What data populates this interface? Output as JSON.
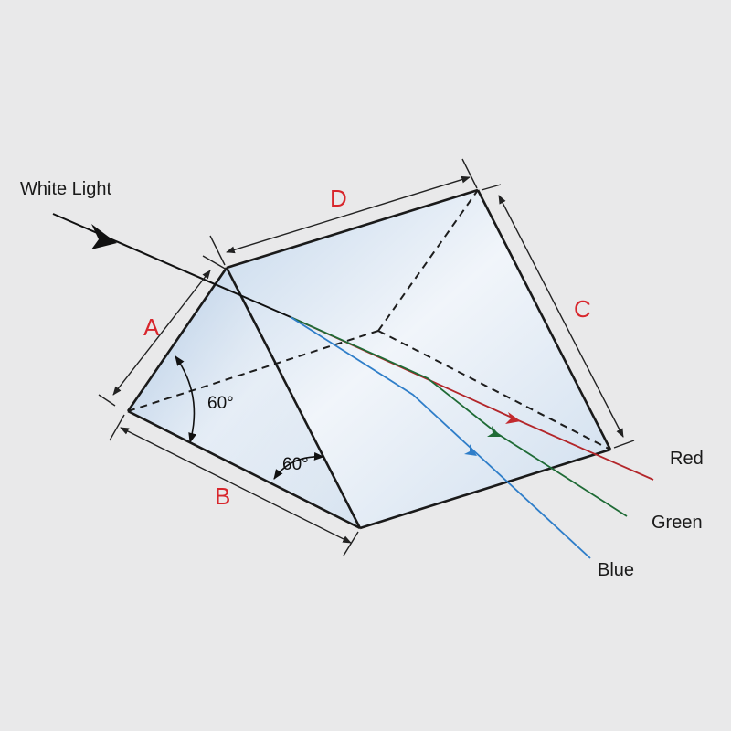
{
  "labels": {
    "incident": "White Light",
    "dim_a": "A",
    "dim_b": "B",
    "dim_c": "C",
    "dim_d": "D",
    "angle_1": "60°",
    "angle_2": "60°",
    "ray_red": "Red",
    "ray_green": "Green",
    "ray_blue": "Blue"
  },
  "colors": {
    "background": "#e9e9ea",
    "dimension_letters": "#d8262c",
    "ray_red": "#b3262a",
    "ray_green": "#1f6b36",
    "ray_blue": "#2f7ec9"
  }
}
